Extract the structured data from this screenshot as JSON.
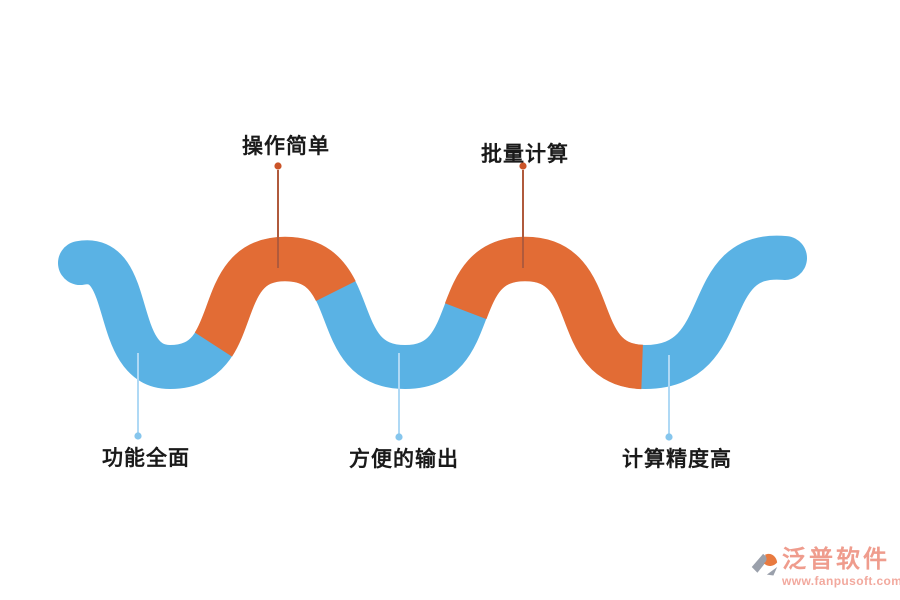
{
  "wave": {
    "blue": "#5AB2E4",
    "orange": "#E26C35",
    "segment_order": [
      "blue",
      "orange",
      "blue",
      "orange",
      "blue"
    ]
  },
  "callouts": [
    {
      "label": "操作简单",
      "side": "top",
      "dot_color": "#CB5428",
      "line_color": "#B05A3C"
    },
    {
      "label": "批量计算",
      "side": "top",
      "dot_color": "#CB5428",
      "line_color": "#B05A3C"
    },
    {
      "label": "功能全面",
      "side": "bottom",
      "dot_color": "#86C6ED",
      "line_color": "#AFD9F5"
    },
    {
      "label": "方便的输出",
      "side": "bottom",
      "dot_color": "#86C6ED",
      "line_color": "#AFD9F5"
    },
    {
      "label": "计算精度高",
      "side": "bottom",
      "dot_color": "#86C6ED",
      "line_color": "#AFD9F5"
    }
  ],
  "watermark": {
    "brand": "泛普软件",
    "url": "www.fanpusoft.com",
    "brand_color": "#EF9C8D",
    "logo_gray": "#9AA0AB",
    "logo_orange": "#E87A3F"
  },
  "text_color": "#1a1a1a",
  "background_color": "#ffffff"
}
